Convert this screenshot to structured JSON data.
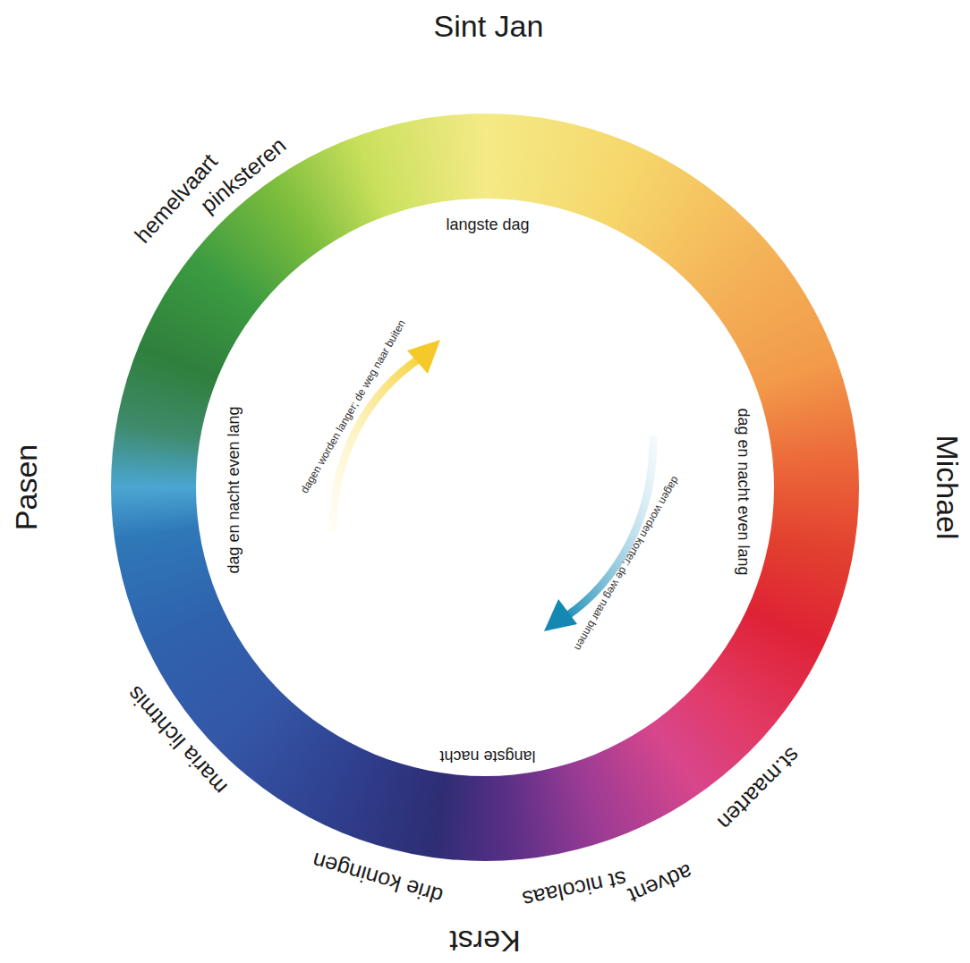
{
  "diagram": {
    "labels": [
      "Sint Jan",
      "Michael",
      "Kerst",
      "Pasen",
      "hemelvaart",
      "pinksteren",
      "langste dag",
      "dag en nacht even lang",
      "dag en nacht even lang",
      "dagen worden langer; de weg naar buiten",
      "dagen worden korter; de weg naar binnen",
      "langste nacht",
      "st.maarten",
      "advent",
      "st nicolaas",
      "drie koningen",
      "maria lichtmis"
    ]
  }
}
